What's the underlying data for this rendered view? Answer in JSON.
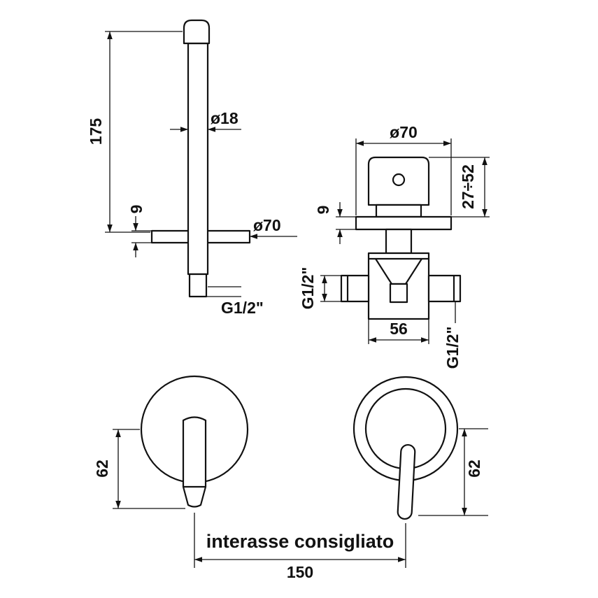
{
  "views": {
    "spout_side": {
      "diameter_label": "ø18",
      "height_label": "175",
      "plate_thickness_label": "9",
      "plate_diameter_label": "ø70",
      "thread_label": "G1/2\""
    },
    "mixer_side": {
      "plate_diameter_label": "ø70",
      "plate_thickness_label": "9",
      "depth_range_label": "27÷52",
      "thread_left_label": "G1/2\"",
      "body_width_label": "56",
      "thread_bottom_label": "G1/2\""
    },
    "spout_front": {
      "offset_label": "62"
    },
    "mixer_front": {
      "offset_label": "62"
    },
    "footer": {
      "note_label": "interasse consigliato",
      "distance_label": "150"
    }
  },
  "colors": {
    "line": "#111111",
    "background": "#ffffff"
  }
}
